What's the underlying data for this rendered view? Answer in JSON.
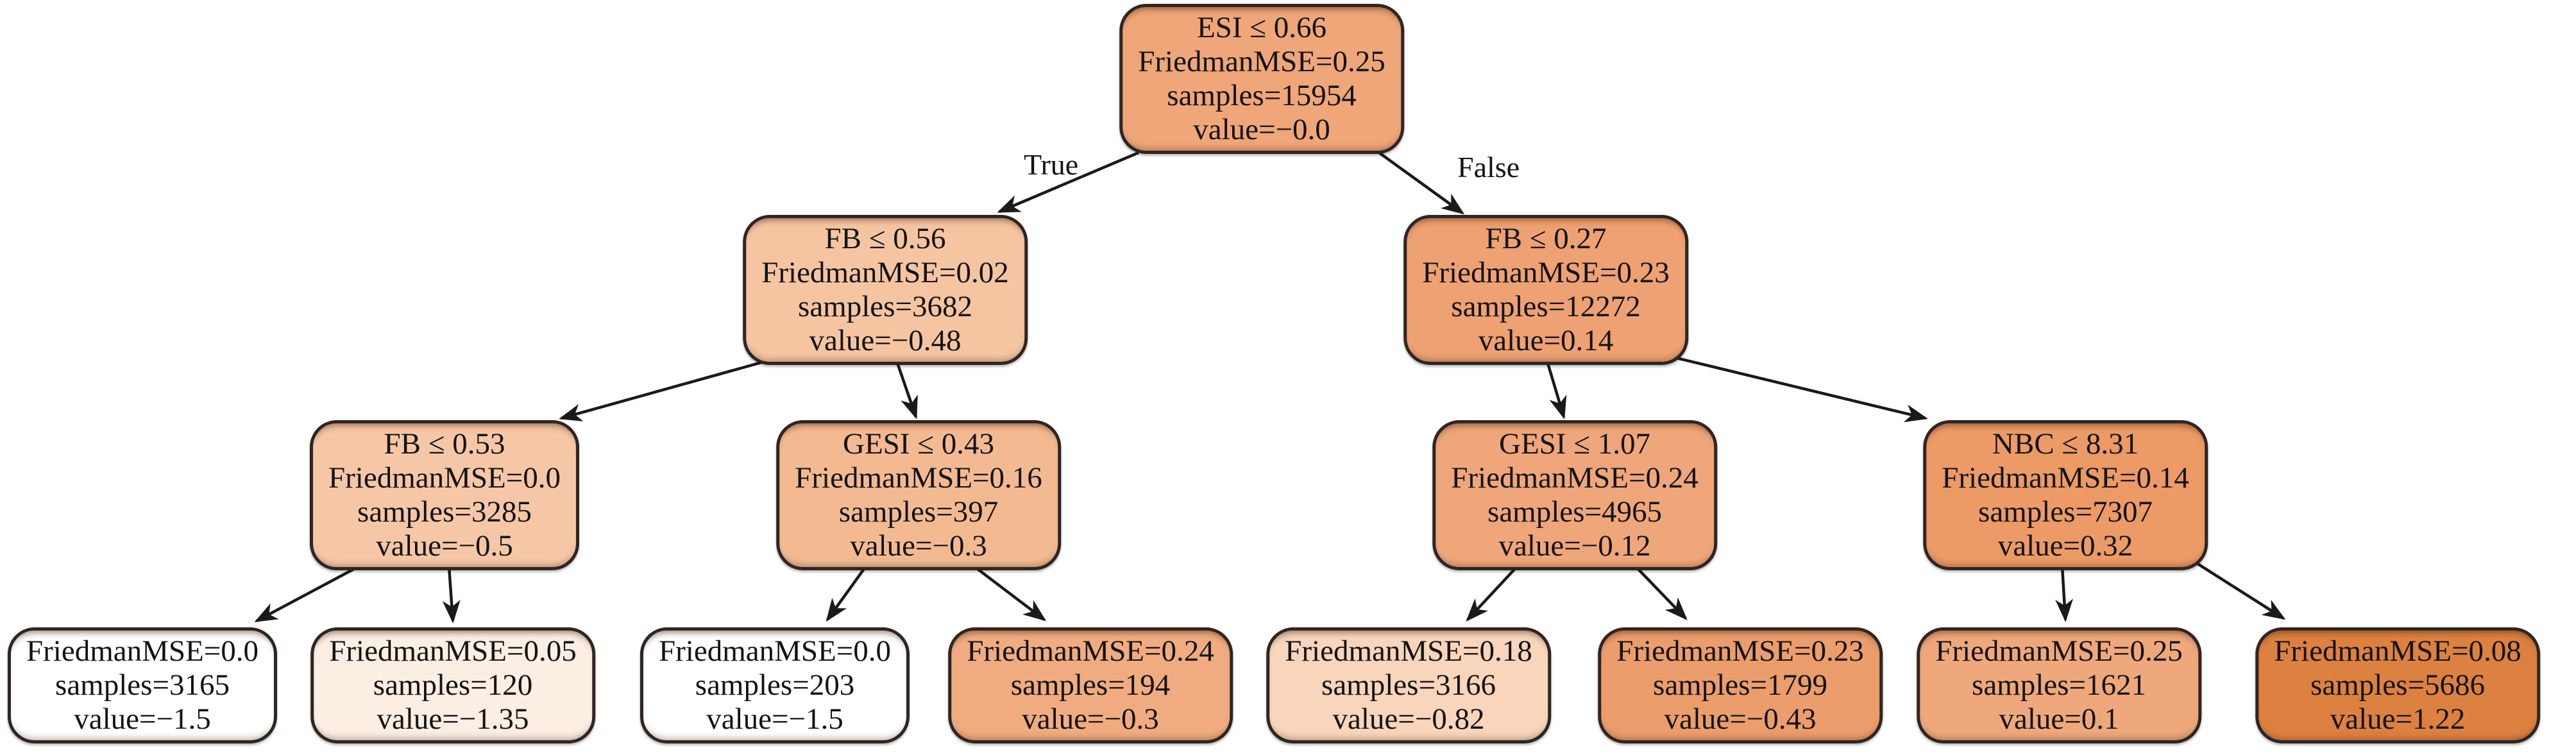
{
  "figure": {
    "type": "decision-tree",
    "edge_labels": {
      "true_branch": "True",
      "false_branch": "False"
    },
    "edge_color": "#1a1a1a",
    "nodes": {
      "root": {
        "condition": "ESI ≤ 0.66",
        "friedman_mse": "FriedmanMSE=0.25",
        "samples": "samples=15954",
        "value": "value=−0.0",
        "fill": "#efa678"
      },
      "l2_left": {
        "condition": "FB ≤ 0.56",
        "friedman_mse": "FriedmanMSE=0.02",
        "samples": "samples=3682",
        "value": "value=−0.48",
        "fill": "#f5c5a2"
      },
      "l2_right": {
        "condition": "FB ≤ 0.27",
        "friedman_mse": "FriedmanMSE=0.23",
        "samples": "samples=12272",
        "value": "value=0.14",
        "fill": "#eea173"
      },
      "l3_1": {
        "condition": "FB ≤ 0.53",
        "friedman_mse": "FriedmanMSE=0.0",
        "samples": "samples=3285",
        "value": "value=−0.5",
        "fill": "#f6c7a6"
      },
      "l3_2": {
        "condition": "GESI ≤ 0.43",
        "friedman_mse": "FriedmanMSE=0.16",
        "samples": "samples=397",
        "value": "value=−0.3",
        "fill": "#f3ba92"
      },
      "l3_3": {
        "condition": "GESI ≤ 1.07",
        "friedman_mse": "FriedmanMSE=0.24",
        "samples": "samples=4965",
        "value": "value=−0.12",
        "fill": "#efa67a"
      },
      "l3_4": {
        "condition": "NBC ≤ 8.31",
        "friedman_mse": "FriedmanMSE=0.14",
        "samples": "samples=7307",
        "value": "value=0.32",
        "fill": "#ec9a66"
      },
      "leaf_1": {
        "friedman_mse": "FriedmanMSE=0.0",
        "samples": "samples=3165",
        "value": "value=−1.5",
        "fill": "#ffffff"
      },
      "leaf_2": {
        "friedman_mse": "FriedmanMSE=0.05",
        "samples": "samples=120",
        "value": "value=−1.35",
        "fill": "#fbeee3"
      },
      "leaf_3": {
        "friedman_mse": "FriedmanMSE=0.0",
        "samples": "samples=203",
        "value": "value=−1.5",
        "fill": "#ffffff"
      },
      "leaf_4": {
        "friedman_mse": "FriedmanMSE=0.24",
        "samples": "samples=194",
        "value": "value=−0.3",
        "fill": "#f0ac80"
      },
      "leaf_5": {
        "friedman_mse": "FriedmanMSE=0.18",
        "samples": "samples=3166",
        "value": "value=−0.82",
        "fill": "#f8d5bb"
      },
      "leaf_6": {
        "friedman_mse": "FriedmanMSE=0.23",
        "samples": "samples=1799",
        "value": "value=−0.43",
        "fill": "#ec9d6c"
      },
      "leaf_7": {
        "friedman_mse": "FriedmanMSE=0.25",
        "samples": "samples=1621",
        "value": "value=0.1",
        "fill": "#efa87c"
      },
      "leaf_8": {
        "friedman_mse": "FriedmanMSE=0.08",
        "samples": "samples=5686",
        "value": "value=1.22",
        "fill": "#dd8140"
      }
    }
  }
}
